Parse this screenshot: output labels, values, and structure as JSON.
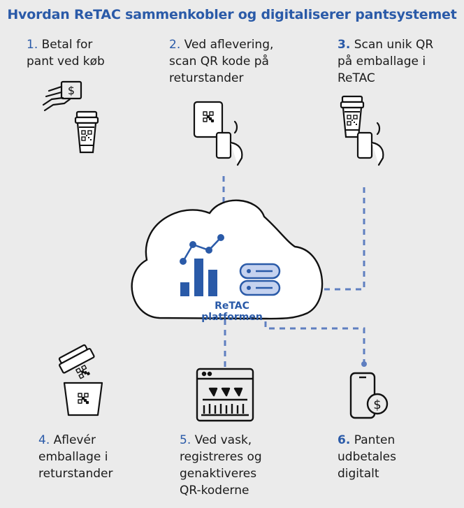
{
  "title": "Hvordan ReTAC sammenkobler og digitaliserer pantsystemet",
  "colors": {
    "accent": "#2a5aa8",
    "dash": "#5f7fc0",
    "ink": "#111111",
    "background": "#ebebeb"
  },
  "platform": {
    "label": "ReTAC platformen"
  },
  "steps": [
    {
      "num": "1.",
      "lines": [
        "Betal for",
        "pant ved køb"
      ],
      "icon": "pay-coffee-cup-icon"
    },
    {
      "num": "2.",
      "lines": [
        "Ved aflevering,",
        "scan QR kode på",
        "returstander"
      ],
      "icon": "scan-qr-phone-icon"
    },
    {
      "num": "3.",
      "lines": [
        "Scan unik QR",
        "på emballage i",
        "ReTAC"
      ],
      "icon": "scan-cup-phone-icon"
    },
    {
      "num": "4.",
      "lines": [
        "Aflevér",
        "emballage i",
        "returstander"
      ],
      "icon": "return-bin-icon"
    },
    {
      "num": "5.",
      "lines": [
        "Ved vask,",
        "registreres og",
        "genaktiveres",
        "QR-koderne"
      ],
      "icon": "dishwasher-icon"
    },
    {
      "num": "6.",
      "lines": [
        "Panten",
        "udbetales",
        "digitalt"
      ],
      "icon": "phone-payment-icon"
    }
  ]
}
